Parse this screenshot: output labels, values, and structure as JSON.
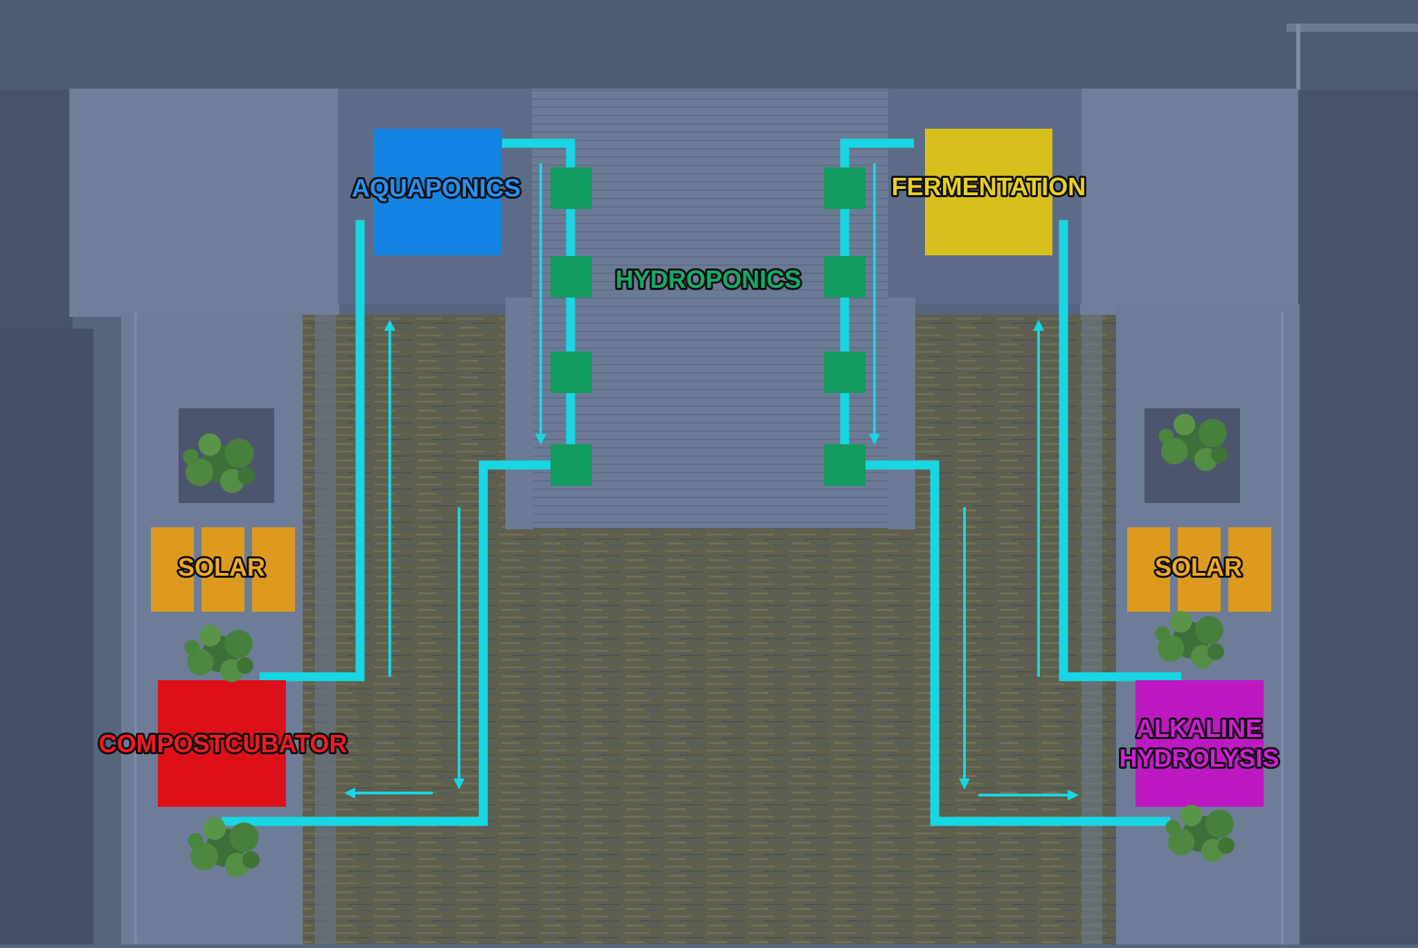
{
  "labels": {
    "aquaponics": "AQUAPONICS",
    "fermentation": "FERMENTATION",
    "hydroponics": "HYDROPONICS",
    "solar_left": "SOLAR",
    "solar_right": "SOLAR",
    "compostcubator": "COMPOSTCUBATOR",
    "alkaline_line1": "ALKALINE",
    "alkaline_line2": "HYDROLYSIS"
  },
  "colors": {
    "aquaponics": "#1283e0",
    "fermentation": "#d8c01c",
    "hydroponics": "#139b5f",
    "solar": "#de9a1e",
    "compostcubator": "#dd101a",
    "alkaline_hydrolysis": "#be18c3",
    "flow": "#18d6e4",
    "floor": "#5e5f4e"
  },
  "icons": {
    "plant": "tree-canopy-icon",
    "arrow": "flow-arrow-icon"
  }
}
